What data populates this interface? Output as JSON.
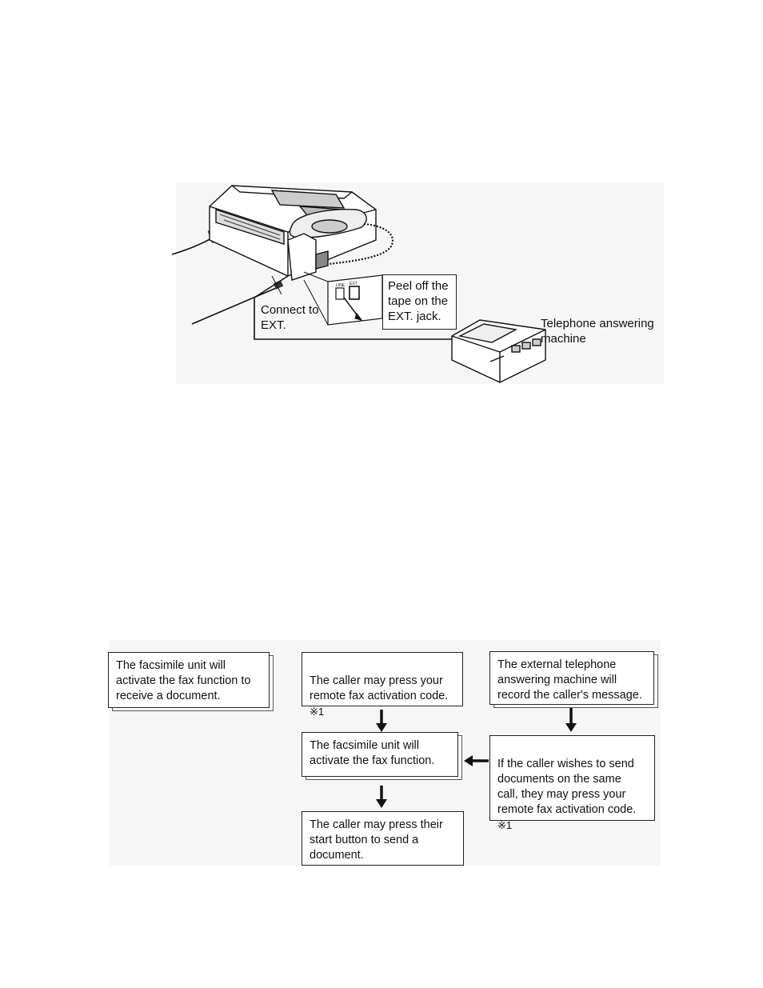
{
  "illustration": {
    "callout_peel": "Peel off the\ntape on the\nEXT. jack.",
    "label_connect": "Connect to\nEXT.",
    "label_answering_machine": "Telephone answering\nmachine",
    "jack_labels": [
      "LINE",
      "EXT"
    ]
  },
  "flowchart": {
    "box_fax_receive": "The facsimile unit will\nactivate the fax function to\nreceive a document.",
    "box_caller_press_code": "The caller may press your\nremote fax activation code.",
    "box_caller_press_code_note": "※1",
    "box_fax_activate": "The facsimile unit will\nactivate the fax function.",
    "box_caller_start": "The caller may press their\nstart button to send a\ndocument.",
    "box_tam_record": "The external telephone\nanswering machine will\nrecord the caller's message.",
    "box_caller_wishes": "If the caller wishes to send\ndocuments on the same\ncall, they may press your\nremote fax activation code.",
    "box_caller_wishes_note": "※1"
  }
}
